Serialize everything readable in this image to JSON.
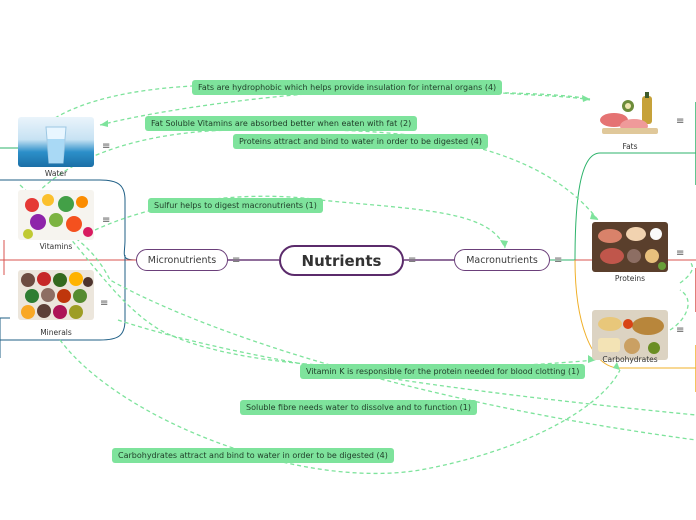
{
  "central": {
    "title": "Nutrients"
  },
  "branches": {
    "micro": "Micronutrients",
    "macro": "Macronutrients"
  },
  "topics": {
    "water": "Water",
    "vitamins": "Vitamins",
    "minerals": "Minerals",
    "fats": "Fats",
    "proteins": "Proteins",
    "carbohydrates": "Carbohydrates"
  },
  "menu_glyph": "≡",
  "relationships": [
    "Fats are hydrophobic which helps provide insulation for internal organs (4)",
    "Fat Soluble Vitamins are absorbed better when eaten with fat (2)",
    "Proteins attract and bind to water in order to be digested (4)",
    "Sulfur helps to digest macronutrients (1)",
    "Vitamin K is responsible for the protein needed for blood clotting (1)",
    "Soluble fibre needs water to dissolve and to function (1)",
    "Carbohydrates attract and bind to water in order to be digested (4)"
  ],
  "colors": {
    "relationship": "#7ee39c",
    "central_border": "#5b2b6b",
    "micro_line": "#1f5f86",
    "macro_line": "#f0b02a"
  }
}
